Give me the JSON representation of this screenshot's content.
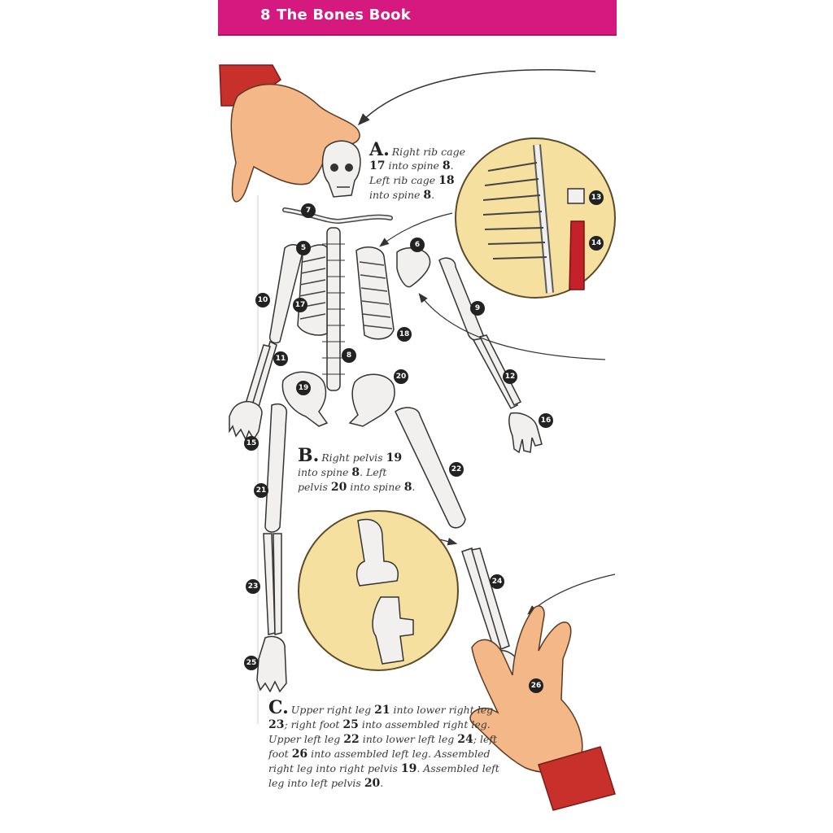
{
  "header": {
    "page_number": "8",
    "title": "The Bones Book",
    "color": "#d6197e"
  },
  "instructions": {
    "a": {
      "letter": "A.",
      "parts": [
        "Right rib cage ",
        "17",
        " into spine ",
        "8",
        ". Left rib cage ",
        "18",
        " into spine ",
        "8",
        "."
      ]
    },
    "b": {
      "letter": "B.",
      "parts": [
        "Right pelvis ",
        "19",
        " into spine ",
        "8",
        ". Left pelvis ",
        "20",
        " into spine ",
        "8",
        "."
      ]
    },
    "c": {
      "letter": "C.",
      "parts": [
        "Upper right leg ",
        "21",
        " into lower right leg ",
        "23",
        "; right foot ",
        "25",
        " into assembled right leg. Upper left leg ",
        "22",
        " into lower left leg ",
        "24",
        "; left foot ",
        "26",
        " into assembled left leg. Assembled right leg into right pelvis ",
        "19",
        ". Assembled left leg into left pelvis ",
        "20",
        "."
      ]
    }
  },
  "labels": [
    "5",
    "6",
    "7",
    "8",
    "9",
    "10",
    "11",
    "12",
    "13",
    "14",
    "15",
    "16",
    "17",
    "18",
    "19",
    "20",
    "21",
    "22",
    "23",
    "24",
    "25",
    "26"
  ]
}
